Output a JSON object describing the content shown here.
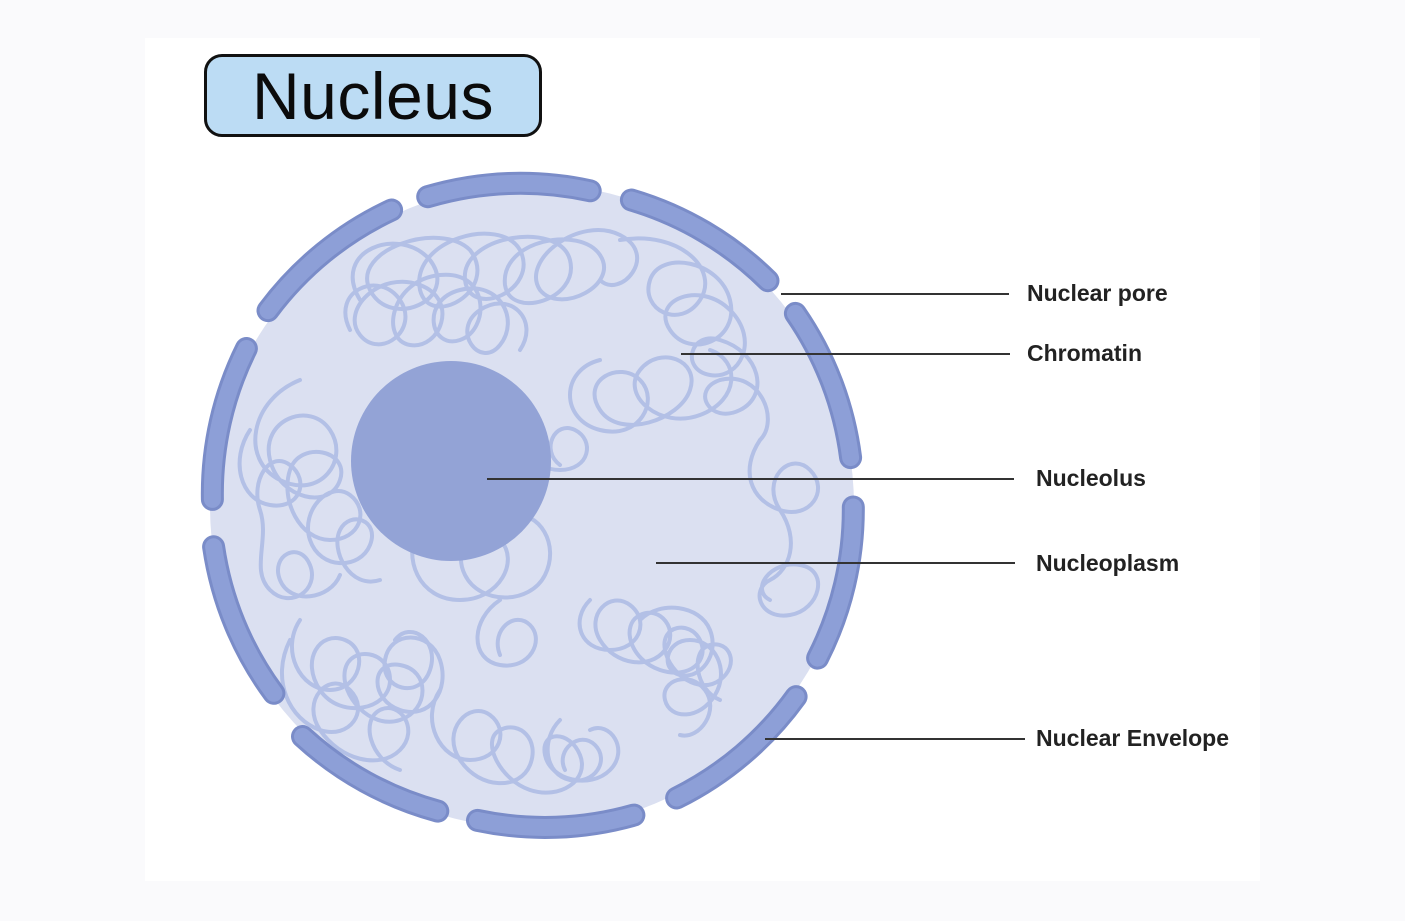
{
  "title": "Nucleus",
  "labels": {
    "nuclear_pore": "Nuclear pore",
    "chromatin": "Chromatin",
    "nucleolus": "Nucleolus",
    "nucleoplasm": "Nucleoplasm",
    "nuclear_envelope": "Nuclear Envelope"
  },
  "colors": {
    "title_fill": "#bcdcf4",
    "nucleoplasm": "#dbe0f1",
    "envelope": "#8d9fd7",
    "envelope_outline": "#7a8cc8",
    "nucleolus": "#93a3d6",
    "chromatin": "#b3c0e6",
    "leader_line": "#333333"
  }
}
